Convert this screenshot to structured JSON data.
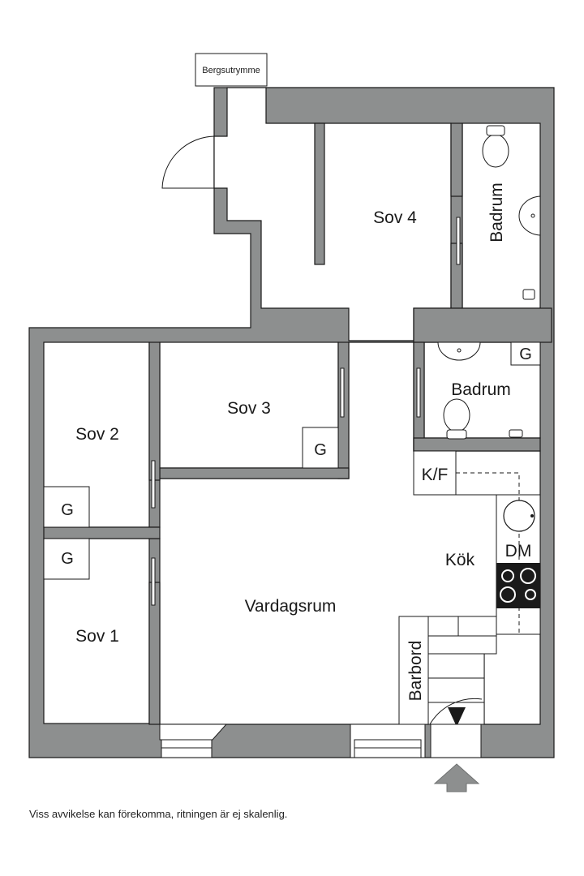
{
  "rooms": {
    "sov4": "Sov 4",
    "badrum_top": "Badrum",
    "badrum_mid": "Badrum",
    "sov3": "Sov 3",
    "sov2": "Sov 2",
    "sov1": "Sov 1",
    "vardagsrum": "Vardagsrum",
    "kok": "Kök",
    "barbord": "Barbord"
  },
  "labels": {
    "bergsutrymme": "Bergsutrymme",
    "kf": "K/F",
    "dm": "DM",
    "closet": "G"
  },
  "disclaimer": "Viss avvikelse kan förekomma, ritningen är ej skalenlig.",
  "colors": {
    "wall": "#8d8f8f",
    "line": "#1a1a1a",
    "floor": "#ffffff"
  }
}
